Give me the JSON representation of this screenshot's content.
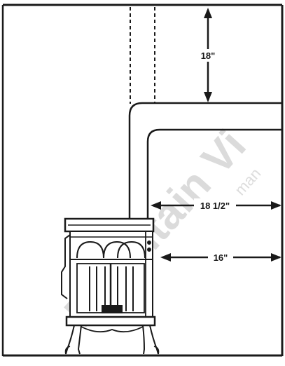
{
  "diagram": {
    "dimensions": {
      "top_clearance": "18\"",
      "side_clearance_upper": "18 1/2\"",
      "side_clearance_lower": "16\""
    },
    "watermark": {
      "text": "Mountain Vi",
      "small_text": "man"
    },
    "colors": {
      "background": "#ffffff",
      "line": "#1a1a1a",
      "watermark": "#c8c8c8"
    }
  }
}
